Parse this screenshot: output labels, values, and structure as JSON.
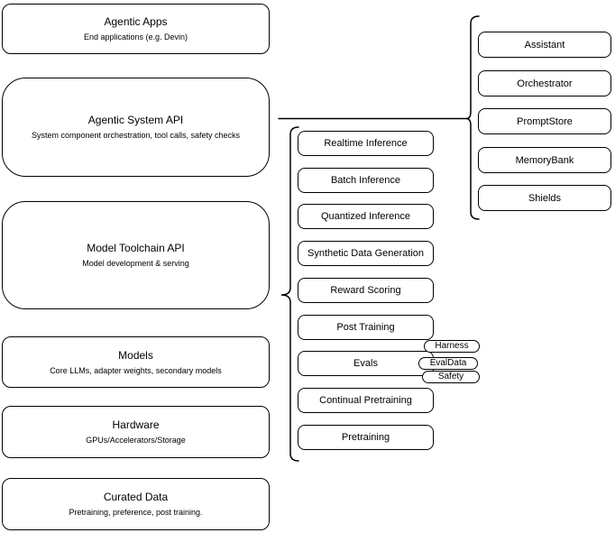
{
  "diagram": {
    "title": "Agentic system architecture stack",
    "colors": {
      "stroke": "#000000",
      "fill": "#ffffff",
      "text": "#000000"
    },
    "left_stack": [
      {
        "title": "Agentic Apps",
        "subtitle": "End applications (e.g. Devin)"
      },
      {
        "title": "Agentic System API",
        "subtitle": "System component orchestration, tool calls, safety checks"
      },
      {
        "title": "Model Toolchain API",
        "subtitle": "Model development & serving"
      },
      {
        "title": "Models",
        "subtitle": "Core LLMs, adapter weights, secondary models"
      },
      {
        "title": "Hardware",
        "subtitle": "GPUs/Accelerators/Storage"
      },
      {
        "title": "Curated Data",
        "subtitle": "Pretraining, preference, post training."
      }
    ],
    "toolchain_services": [
      {
        "label": "Realtime Inference"
      },
      {
        "label": "Batch Inference"
      },
      {
        "label": "Quantized Inference"
      },
      {
        "label": "Synthetic Data Generation"
      },
      {
        "label": "Reward Scoring"
      },
      {
        "label": "Post Training"
      },
      {
        "label": "Evals"
      },
      {
        "label": "Continual Pretraining"
      },
      {
        "label": "Pretraining"
      }
    ],
    "eval_tags": [
      {
        "label": "Harness"
      },
      {
        "label": "EvalData"
      },
      {
        "label": "Safety"
      }
    ],
    "system_components": [
      {
        "label": "Assistant"
      },
      {
        "label": "Orchestrator"
      },
      {
        "label": "PromptStore"
      },
      {
        "label": "MemoryBank"
      },
      {
        "label": "Shields"
      }
    ]
  }
}
